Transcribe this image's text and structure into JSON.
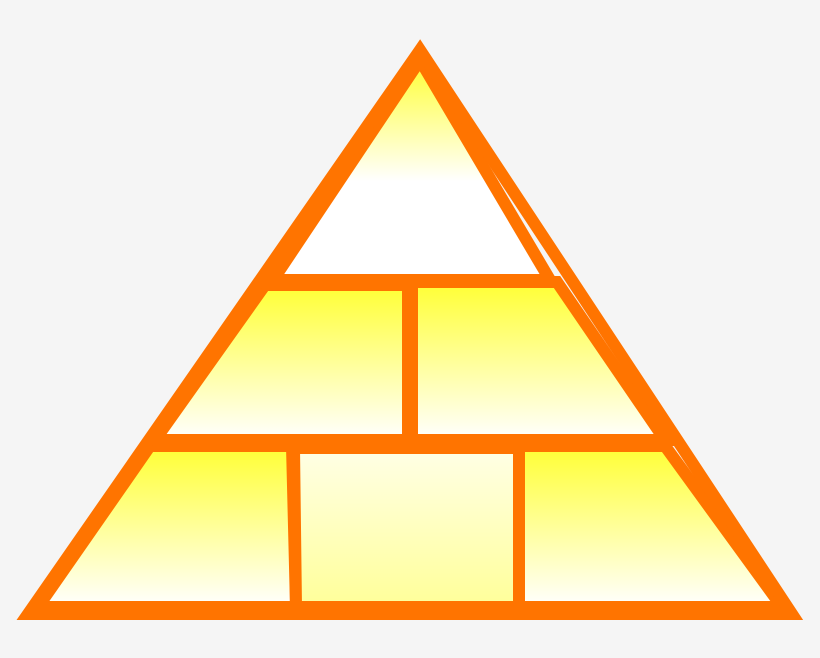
{
  "diagram": {
    "type": "pyramid",
    "levels": [
      {
        "blocks": 1
      },
      {
        "blocks": 2
      },
      {
        "blocks": 3
      }
    ],
    "colors": {
      "background": "#f5f5f5",
      "outline": "#ff7400",
      "fill_strong": "#ffff33",
      "fill_light": "#ffffff"
    }
  }
}
